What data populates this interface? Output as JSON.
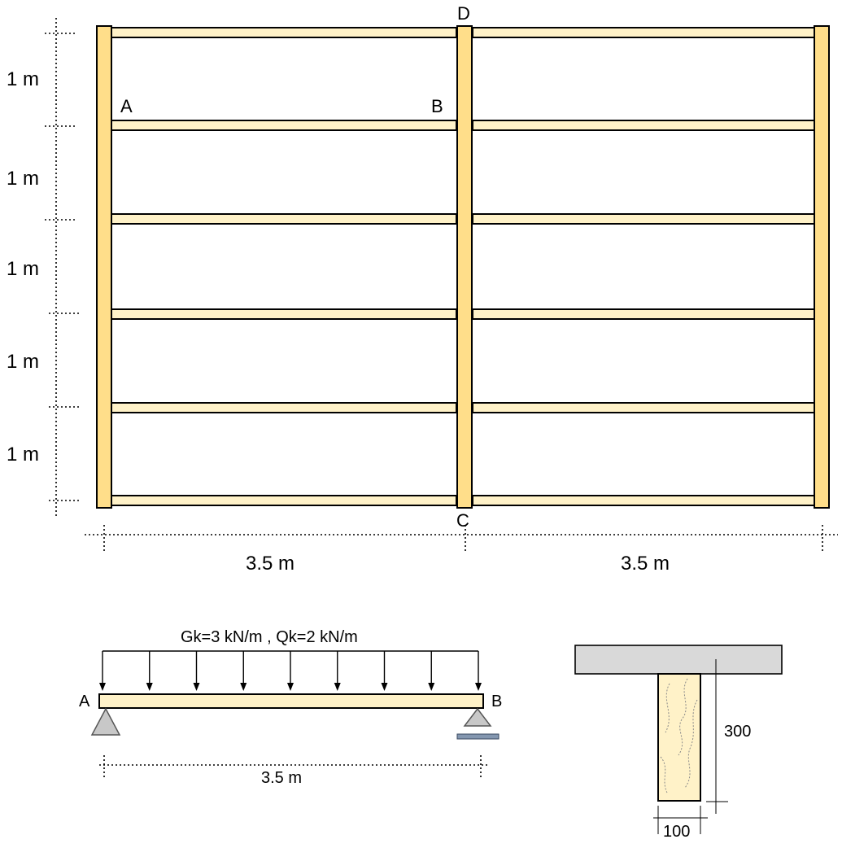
{
  "frame": {
    "node_labels": {
      "a": "A",
      "b": "B",
      "c": "C",
      "d": "D"
    },
    "vertical_spacings": [
      "1 m",
      "1 m",
      "1 m",
      "1 m",
      "1 m"
    ],
    "horizontal_spans": [
      "3.5 m",
      "3.5 m"
    ],
    "colors": {
      "post": "#ffde8a",
      "joist": "#fff2c8"
    }
  },
  "beam": {
    "load_label": "Gk=3 kN/m , Qk=2 kN/m",
    "end_a": "A",
    "end_b": "B",
    "span": "3.5 m",
    "arrow_count": 9
  },
  "section": {
    "depth": "300",
    "width": "100",
    "colors": {
      "slab": "#d9d9d9",
      "timber": "#fff2c8"
    }
  }
}
